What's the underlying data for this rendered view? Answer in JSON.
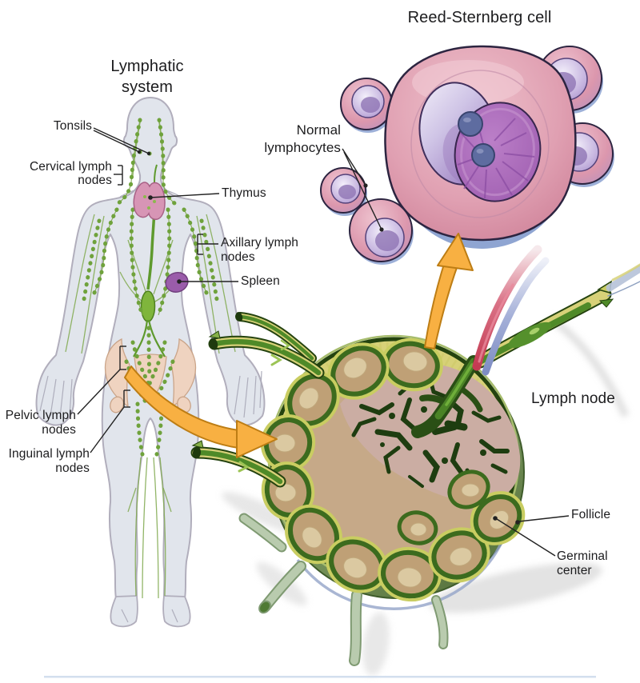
{
  "figure": {
    "type": "medical-illustration",
    "subject": "Hodgkin lymphoma anatomy: lymphatic system, lymph node cross-section and Reed-Sternberg cell"
  },
  "labels": {
    "lymphatic_system": "Lymphatic\nsystem",
    "reed_sternberg": "Reed-Sternberg cell",
    "tonsils": "Tonsils",
    "cervical": "Cervical lymph\nnodes",
    "thymus": "Thymus",
    "axillary": "Axillary lymph\nnodes",
    "spleen": "Spleen",
    "pelvic": "Pelvic lymph\nnodes",
    "inguinal": "Inguinal lymph\nnodes",
    "normal_lymphocytes": "Normal\nlymphocytes",
    "lymph_node": "Lymph node",
    "follicle": "Follicle",
    "germinal_center": "Germinal\ncenter"
  },
  "annotations": {
    "arrow_body_to_node": "orange zoom arrow from pelvic lymph nodes to enlarged lymph node",
    "arrow_node_to_cell": "orange zoom arrow from lymph node follicle to Reed-Sternberg cell"
  },
  "colors": {
    "label_text": "#1c1c1e",
    "pointer_line": "#222222",
    "arrow_fill": "#f8b042",
    "arrow_outline": "#bd7d14",
    "body_fill": "#e1e5ec",
    "body_outline": "#b1aebc",
    "lymph_green": "#6fa23c",
    "bead_fill": "#cfe2a2",
    "thymus_pink": "#d795b5",
    "spleen_purple": "#9a5caa",
    "pelvis_tan": "#f0d3be",
    "cell_pink": "#dd8fa5",
    "nucleus_lavender": "#b5a3d6",
    "nucleus_purple": "#aa6cba",
    "nucleolus_blue": "#5e6ca0",
    "capsule_green": "#24430f",
    "cortex_yellow": "#d7d178",
    "follicle_tan": "#bfa076",
    "germinal_tan": "#dbc9a1",
    "medulla_pink": "#cbada3",
    "artery_red": "#c43b52",
    "vein_blue": "#7e8dc4"
  }
}
